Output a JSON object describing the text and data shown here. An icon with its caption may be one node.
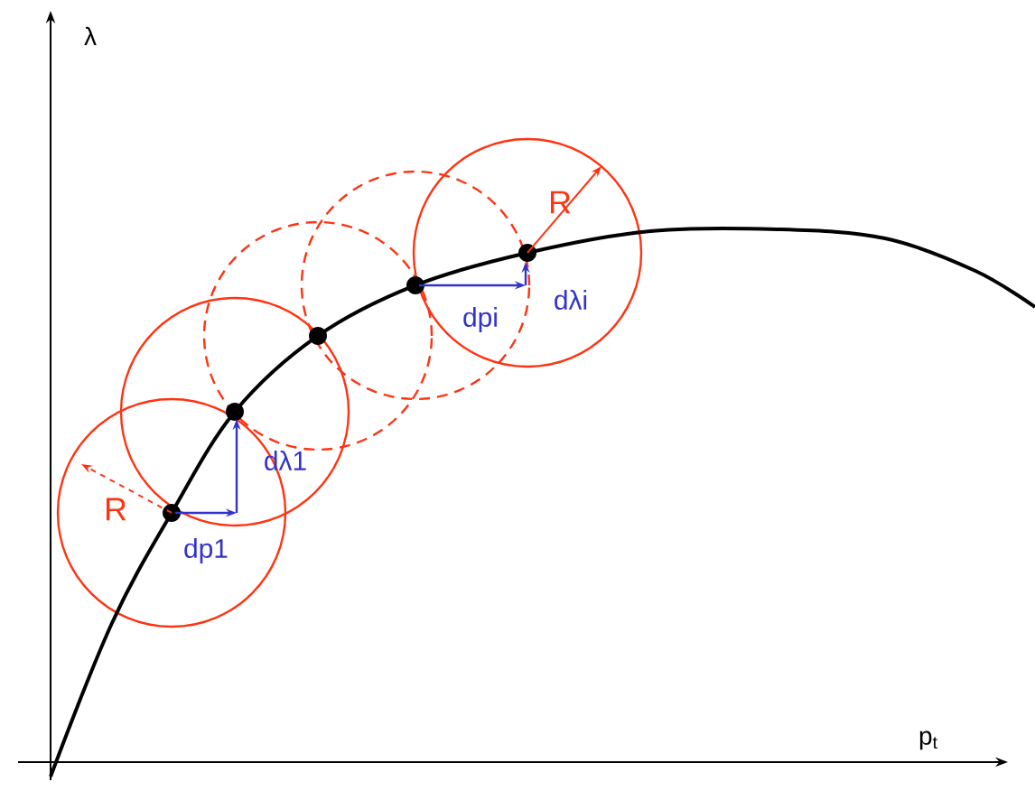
{
  "diagram": {
    "labels": [
      "λ",
      "p$_{t}$",
      "R",
      "dp1",
      "dλ1",
      "R",
      "dpi",
      "dλi"
    ]
  }
}
